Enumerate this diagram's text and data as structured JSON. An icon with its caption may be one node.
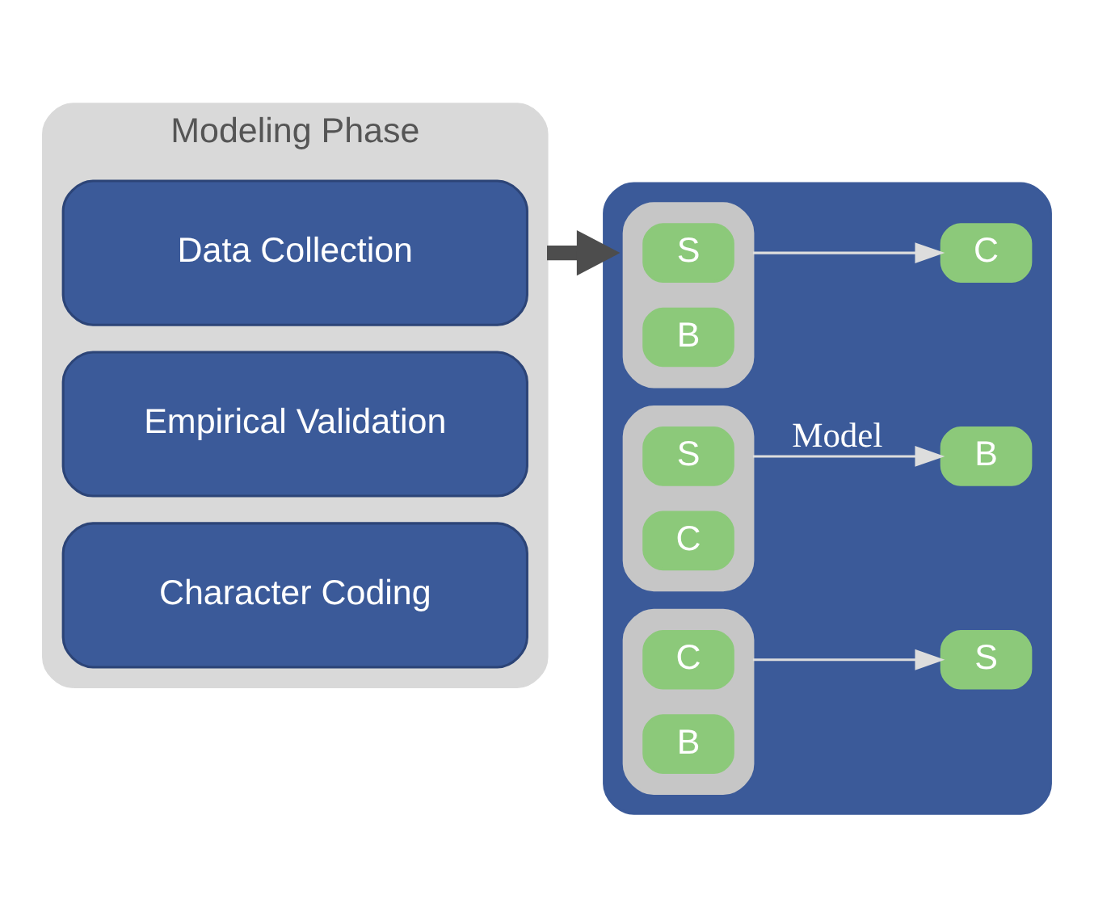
{
  "diagram": {
    "nodes": [
      {
        "text": [
          "Modeling Phase"
        ]
      },
      {
        "text": [
          "Data Collection"
        ],
        "in": 0
      },
      {
        "text": [
          "Empirical Validation"
        ],
        "in": 0
      },
      {
        "text": [
          "Character Coding"
        ],
        "in": 0
      },
      {
        "text": [],
        "shape": "box"
      },
      {
        "text": [],
        "shape": "box",
        "in": 4
      },
      {
        "text": [
          "S"
        ],
        "in": 5
      },
      {
        "text": [
          "B"
        ],
        "in": 5
      },
      {
        "text": [],
        "shape": "box",
        "in": 4
      },
      {
        "text": [
          "S"
        ],
        "in": 8
      },
      {
        "text": [
          "C"
        ],
        "in": 8
      },
      {
        "text": [],
        "shape": "box",
        "in": 4
      },
      {
        "text": [
          "C"
        ],
        "in": 11
      },
      {
        "text": [
          "B"
        ],
        "in": 11
      },
      {
        "text": [
          "C"
        ],
        "in": 4
      },
      {
        "text": [
          "B"
        ],
        "in": 4
      },
      {
        "text": [
          "S"
        ],
        "in": 4
      }
    ],
    "edges": [
      {
        "from": 0,
        "to": 4,
        "arrow": "to",
        "style": "thick",
        "color": "#4d4d4d"
      },
      {
        "from": 5,
        "to": 14,
        "arrow": "to"
      },
      {
        "from": 8,
        "to": 15,
        "arrow": "to",
        "label": "Model"
      },
      {
        "from": 11,
        "to": 16,
        "arrow": "to"
      }
    ]
  }
}
